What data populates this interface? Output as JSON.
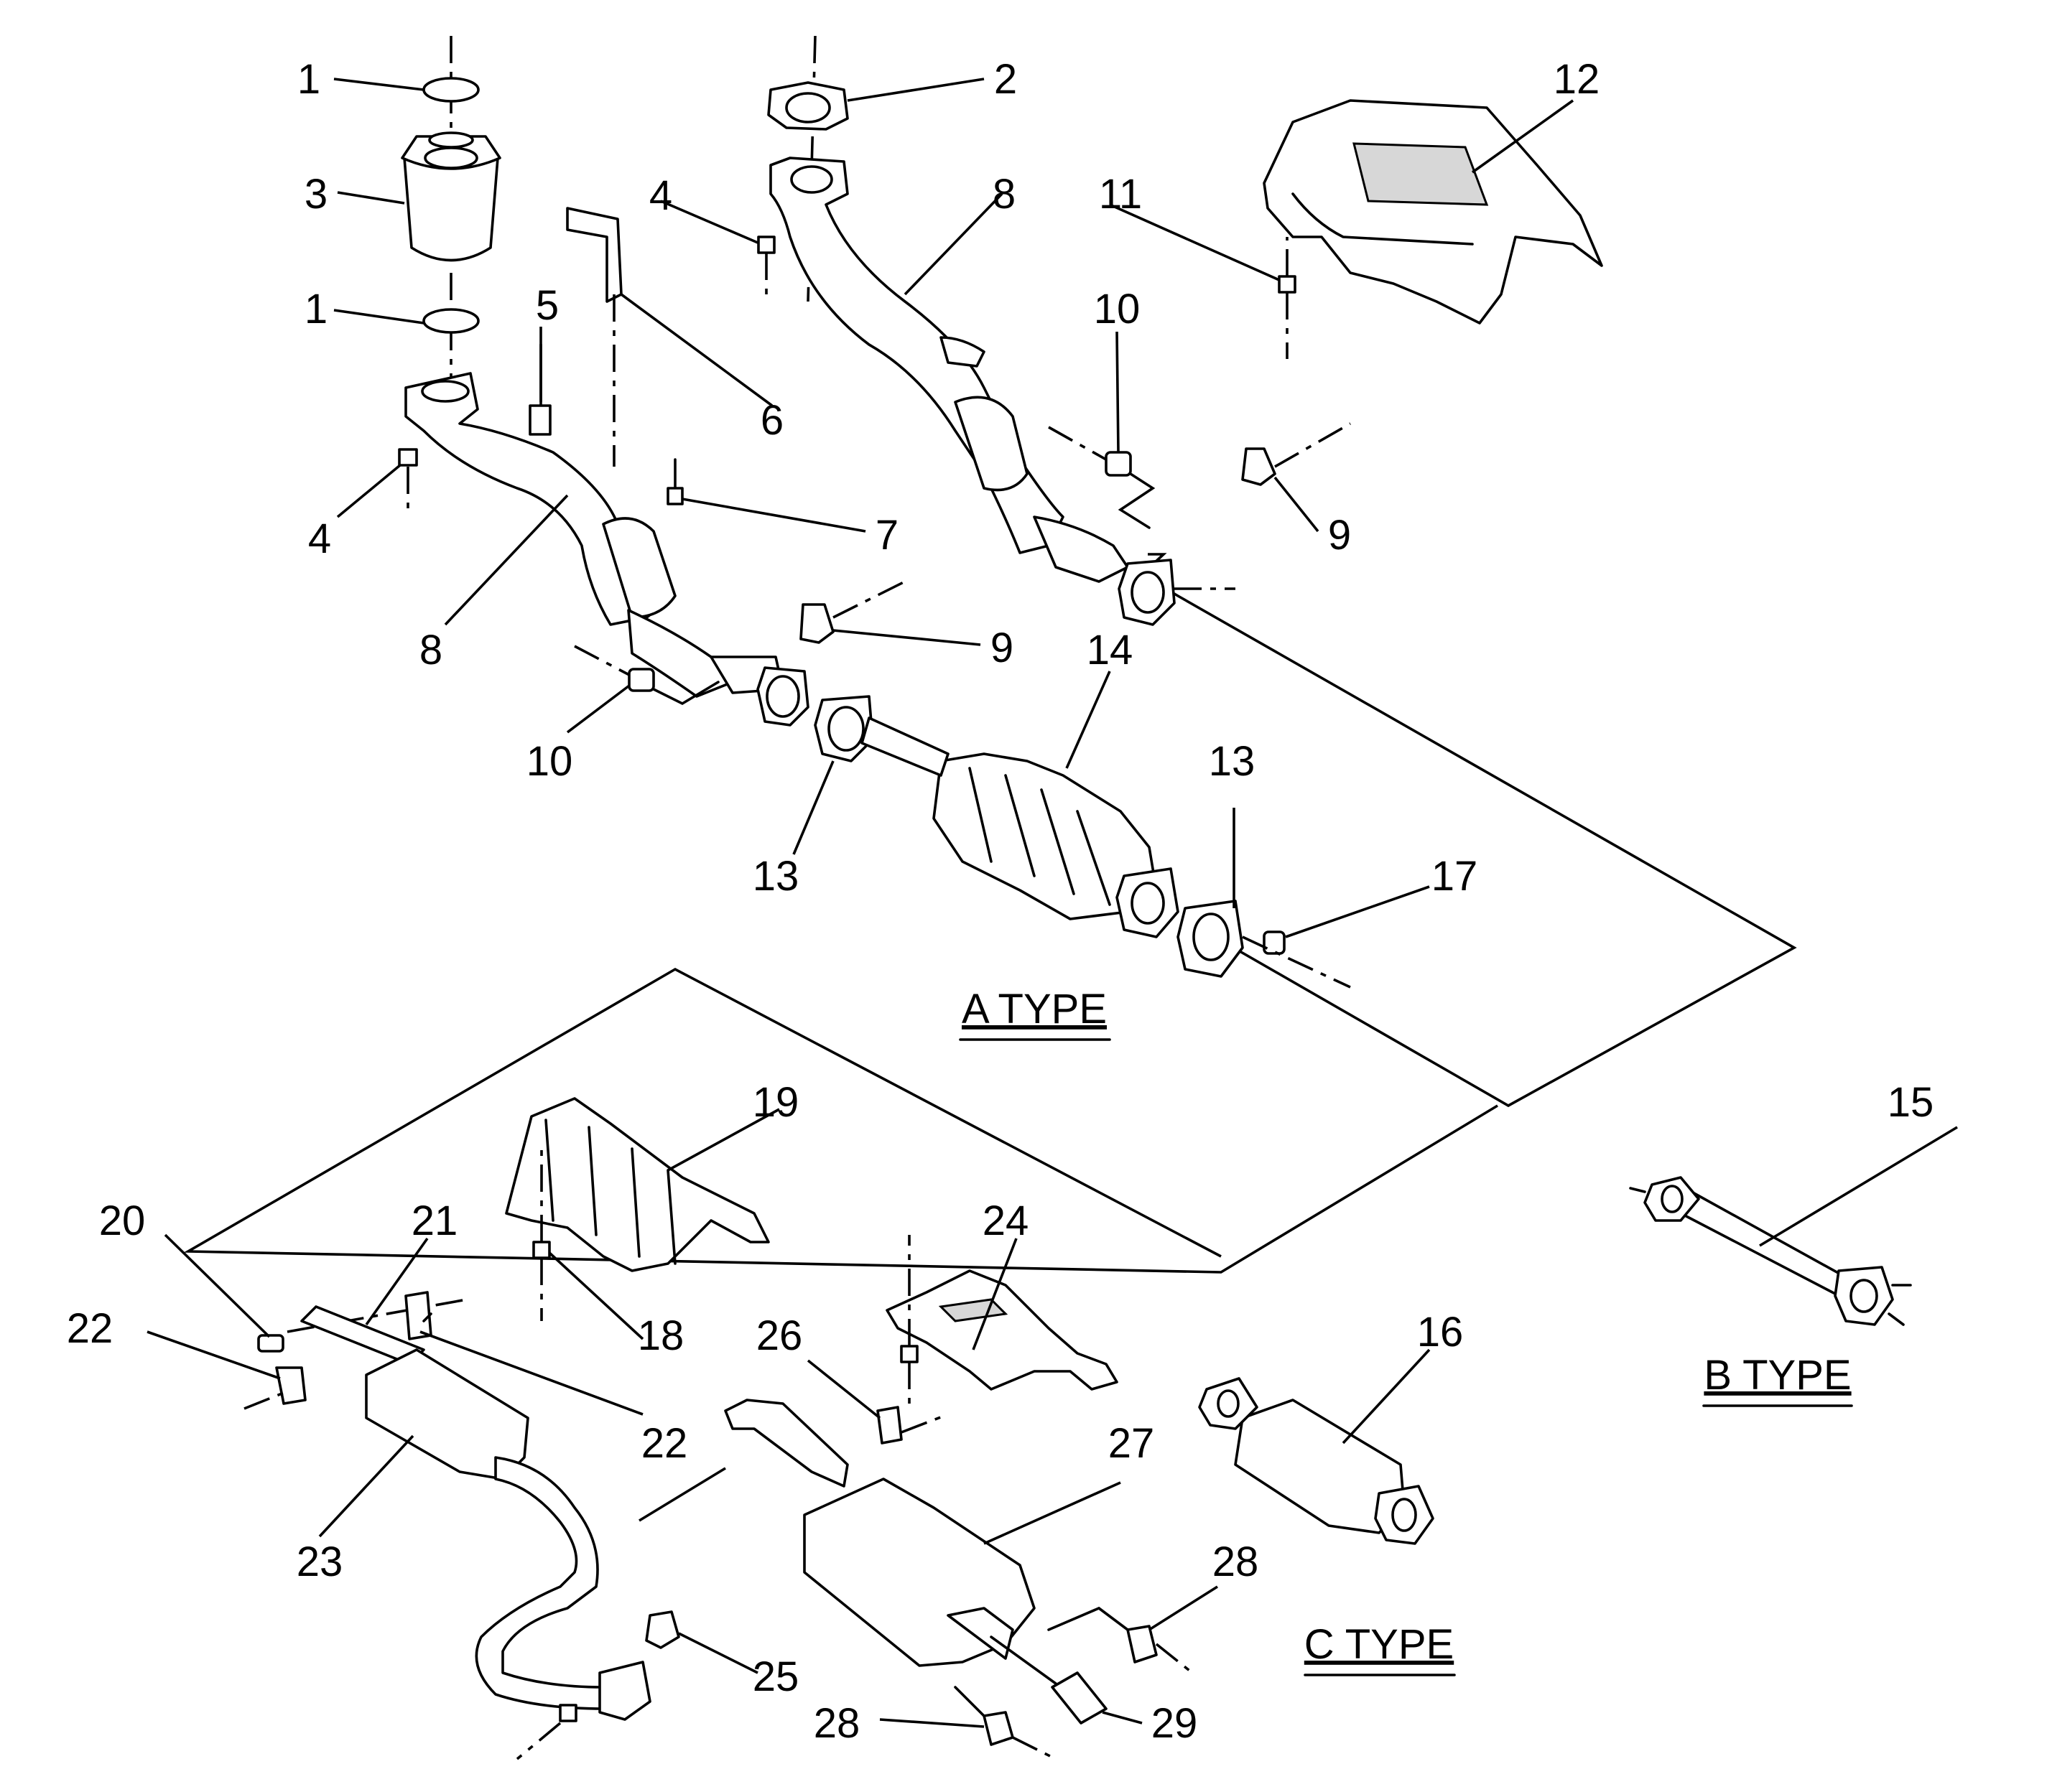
{
  "callouts": {
    "n1a": "1",
    "n1b": "1",
    "n2": "2",
    "n3": "3",
    "n4a": "4",
    "n4b": "4",
    "n5": "5",
    "n6": "6",
    "n7": "7",
    "n8a": "8",
    "n8b": "8",
    "n9a": "9",
    "n9b": "9",
    "n10a": "10",
    "n10b": "10",
    "n11": "11",
    "n12": "12",
    "n13a": "13",
    "n13b": "13",
    "n14": "14",
    "n15": "15",
    "n16": "16",
    "n17": "17",
    "n18": "18",
    "n19": "19",
    "n20": "20",
    "n21": "21",
    "n22a": "22",
    "n22b": "22",
    "n23": "23",
    "n24": "24",
    "n25": "25",
    "n26": "26",
    "n27": "27",
    "n28a": "28",
    "n28b": "28",
    "n29": "29"
  },
  "type_labels": {
    "a": "A TYPE",
    "b": "B TYPE",
    "c": "C TYPE"
  }
}
